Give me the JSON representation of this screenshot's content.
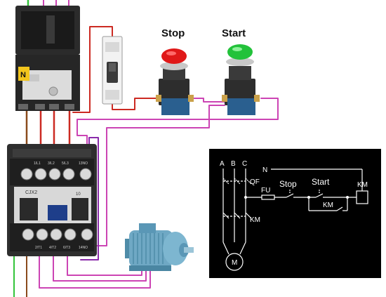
{
  "buttons": {
    "stop_label": "Stop",
    "start_label": "Start"
  },
  "breaker": {
    "neutral_label": "N"
  },
  "contactor": {
    "model_label": "CJX2",
    "top_terminals": [
      "1/L1",
      "3/L2",
      "5/L3",
      "13NO"
    ],
    "bottom_terminals": [
      "2/T1",
      "4/T2",
      "6/T3",
      "14NO"
    ],
    "aux_label": "10"
  },
  "schematic": {
    "phase_a": "A",
    "phase_b": "B",
    "phase_c": "C",
    "neutral": "N",
    "breaker": "QF",
    "fuse": "FU",
    "stop": "Stop",
    "start": "Start",
    "coil": "KM",
    "hold_contact": "KM",
    "main_contacts": "KM",
    "motor": "M"
  },
  "colors": {
    "red_wire": "#cc2a22",
    "magenta_wire": "#cc44b4",
    "brown_wire": "#8a4a1c",
    "green_wire": "#33c43a",
    "stop_button": "#e01818",
    "start_button": "#22c23a",
    "schematic_bg": "#000000"
  },
  "icons": [
    "circuit-breaker-icon",
    "single-pole-breaker-icon",
    "stop-pushbutton-icon",
    "start-pushbutton-icon",
    "contactor-icon",
    "motor-icon"
  ]
}
